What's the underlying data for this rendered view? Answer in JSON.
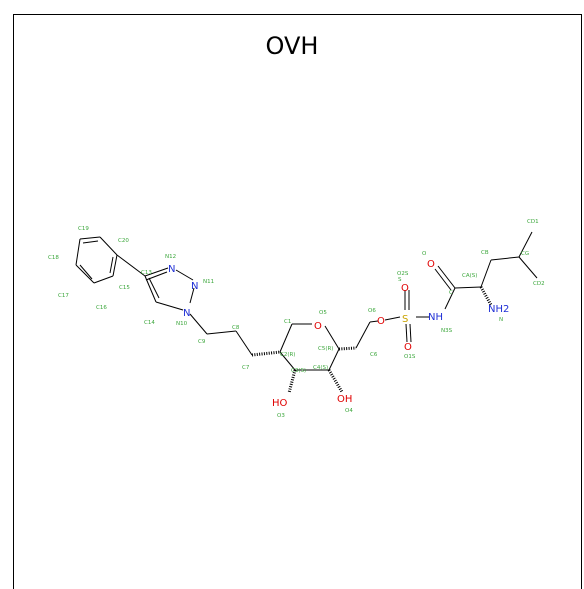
{
  "title": "OVH",
  "colors": {
    "nitrogen": "#1f2fd6",
    "oxygen": "#e00000",
    "sulfur": "#c9a400",
    "atom_label": "#3aa63a",
    "bond": "#000000"
  },
  "atoms": {
    "elements": {
      "N1": "N",
      "N2": "N",
      "N3": "N",
      "O1": "O",
      "O2": "O",
      "S": "S",
      "O3": "O",
      "O4": "O",
      "O5": "O",
      "NH": "NH",
      "NH2": "NH2",
      "HO1": "HO",
      "OH": "OH"
    },
    "labels": {
      "C18": "C18",
      "C19": "C19",
      "C20": "C20",
      "C17": "C17",
      "C16": "C16",
      "C15": "C15",
      "C13": "C13",
      "N12": "N12",
      "N11": "N11",
      "C14": "C14",
      "N10": "N10",
      "C9": "C9",
      "C8": "C8",
      "C7": "C7",
      "C1": "C1",
      "O5": "O5",
      "C2R": "C2(R)",
      "C3S": "C3(S)",
      "C4S": "C4(S)",
      "C5R": "C5(R)",
      "O3": "O3",
      "O4": "O4",
      "C6": "C6",
      "O6": "O6",
      "S": "S",
      "O2S": "O2S",
      "O1S": "O1S",
      "N3S": "N3S",
      "C": "C",
      "O": "O",
      "CAS": "CA(S)",
      "CB": "CB",
      "CG": "CG",
      "CD1": "CD1",
      "CD2": "CD2",
      "N": "N"
    }
  }
}
